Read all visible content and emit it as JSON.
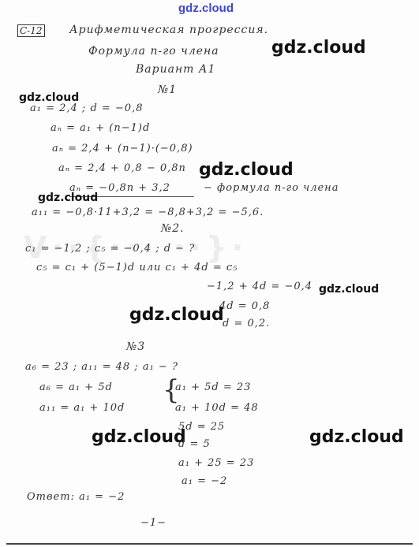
{
  "watermark": {
    "site": "gdz.cloud"
  },
  "header": {
    "label": "С-12",
    "title_line1": "Арифметическая прогрессия.",
    "title_line2": "Формула n-го члена",
    "variant": "Вариант А1"
  },
  "task1": {
    "number": "№1",
    "given": "a₁ = 2,4 ; d = −0,8",
    "line1": "aₙ = a₁ + (n−1)d",
    "line2": "aₙ = 2,4 + (n−1)·(−0,8)",
    "line3": "aₙ = 2,4 + 0,8 − 0,8n",
    "line4_expr": "aₙ = −0,8n + 3,2",
    "line4_note": "− формула n-го члена",
    "line5": "a₁₁ = −0,8·11+3,2 = −8,8+3,2 = −5,6."
  },
  "task2": {
    "number": "№2.",
    "given": "c₁ = −1,2 ; c₅ = −0,4 ; d − ?",
    "line1": "c₅ = c₁ + (5−1)d  или  c₁ + 4d = c₅",
    "line2": "−1,2 + 4d = −0,4",
    "line3": "4d = 0,8",
    "line4": "d = 0,2."
  },
  "task3": {
    "number": "№3",
    "given": "a₆ = 23 ; a₁₁ = 48 ; a₁ − ?",
    "line1": "a₆ = a₁ + 5d",
    "line2": "a₁₁ = a₁ + 10d",
    "sys1": "a₁ + 5d = 23",
    "sys2": "a₁ + 10d = 48",
    "line3": "5d = 25",
    "line4": "d = 5",
    "line5": "a₁ + 25 = 23",
    "line6": "a₁ = −2",
    "answer": "Ответ: a₁ = −2"
  },
  "footer": {
    "page": "−1−"
  }
}
